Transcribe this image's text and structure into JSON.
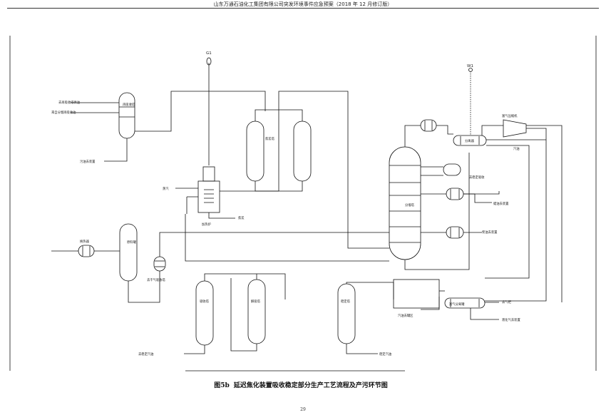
{
  "header": {
    "text": "山东万通石油化工集团有限公司突发环境事件应急预案（2018 年 12 月修订版）"
  },
  "figure": {
    "markers": {
      "gas_emission": "G1",
      "waste_water": "W1"
    },
    "labels": {
      "lean_absorbent_to_unit": "去再吸收塔供油",
      "rich_absorbent_from_unit": "来自分馏再吸收油",
      "rich_absorber_tower": "再吸收塔",
      "to_waste_water": "污油去装置",
      "coke_drums": "焦炭塔",
      "steam": "蒸汽",
      "heater": "加热炉",
      "coke_out": "焦炭",
      "feed_heat_exchanger": "换热器",
      "feed_buffer_tank": "原料罐",
      "fractionator": "分馏塔",
      "to_unit_1": "去稳定吸收",
      "to_unit_2": "蜡油去装置",
      "to_unit_3": "柴油去装置",
      "gas_oil_separator": "分离器",
      "compressor": "富气压缩机",
      "gasoline": "汽油",
      "dry_gas_absorber_label": "去干气吸收塔",
      "absorber": "吸收塔",
      "desorber": "解吸塔",
      "reabsorber": "再吸收塔",
      "stabilizer": "稳定塔",
      "rich_gas_separator": "富气分离罐",
      "to_gas_recovery": "去气柜",
      "to_lpg_unit": "液化气去装置",
      "gasoline_tank_area": "汽油去罐区",
      "to_stabilizer": "去稳定汽油",
      "to_product": "稳定汽油"
    }
  },
  "caption": {
    "number": "图5b",
    "title": "延迟焦化装置吸收稳定部分生产工艺流程及产污环节图"
  },
  "page_number": "29"
}
